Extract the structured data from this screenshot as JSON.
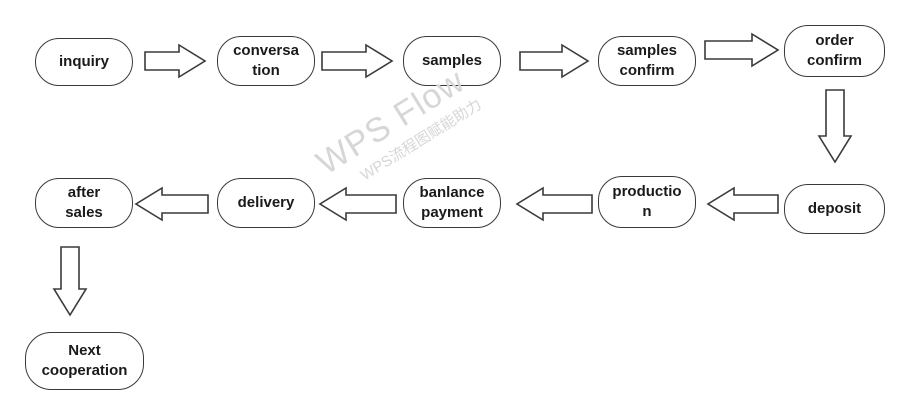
{
  "diagram": {
    "nodes": [
      {
        "id": "inquiry",
        "label": "inquiry"
      },
      {
        "id": "conversation",
        "label": "conversa\ntion"
      },
      {
        "id": "samples",
        "label": "samples"
      },
      {
        "id": "samples-confirm",
        "label": "samples\nconfirm"
      },
      {
        "id": "order-confirm",
        "label": "order\nconfirm"
      },
      {
        "id": "deposit",
        "label": "deposit"
      },
      {
        "id": "production",
        "label": "productio\nn"
      },
      {
        "id": "balance-payment",
        "label": "banlance\npayment"
      },
      {
        "id": "delivery",
        "label": "delivery"
      },
      {
        "id": "after-sales",
        "label": "after\nsales"
      },
      {
        "id": "next-cooperation",
        "label": "Next\ncooperation"
      }
    ],
    "edges": [
      {
        "from": "inquiry",
        "to": "conversation"
      },
      {
        "from": "conversation",
        "to": "samples"
      },
      {
        "from": "samples",
        "to": "samples-confirm"
      },
      {
        "from": "samples-confirm",
        "to": "order-confirm"
      },
      {
        "from": "order-confirm",
        "to": "deposit"
      },
      {
        "from": "deposit",
        "to": "production"
      },
      {
        "from": "production",
        "to": "balance-payment"
      },
      {
        "from": "balance-payment",
        "to": "delivery"
      },
      {
        "from": "delivery",
        "to": "after-sales"
      },
      {
        "from": "after-sales",
        "to": "next-cooperation"
      }
    ]
  },
  "watermark": {
    "main": "WPS Flow",
    "sub": "WPS流程图赋能助力"
  },
  "colors": {
    "stroke": "#3a3a3a",
    "fill": "#ffffff",
    "watermark": "#d6d6d6"
  }
}
